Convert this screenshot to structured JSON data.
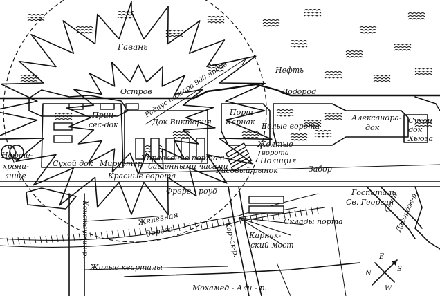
{
  "labels": {
    "gavan": "Гавань",
    "ostrov": "Остров",
    "radius": "Радиус пожара 900 ярдов",
    "neft_top": "Нефть",
    "vodorod": "Водород",
    "port_karnak": "Порт Карнак",
    "belye_vorota": "Белые ворота",
    "aleksandra_dok": "Александра- док",
    "sukhoy_dok_hyuza": "Сухой док Хьюза",
    "princes_dok": "Прин- сес-док",
    "dok_viktoria": "Док Виктория",
    "zheltye": "Желтые",
    "vorota": "ворота",
    "policia": "Полиция",
    "risovy_rynok": "Рисовый рынок",
    "zabor": "Забор",
    "upravlenie": "Управление порта с башенными часами",
    "sukhoy_dok": "Сухой док",
    "miruzter": "Мируэтер",
    "krasnye_vorota": "Красные ворота",
    "neftekhranilishche": "Нефте- храни- лище",
    "frere_roud": "Фрере - роуд",
    "gospital": "Госпиталь Св. Георгия",
    "sendzhordzh": "Сент- Джордж-р.",
    "zheleznaya_doroga": "Железная дорога",
    "sklady_porta": "Склады порта",
    "karnak_r": "Карнак-р.",
    "karnakskiy_most": "Карнак- ский мост",
    "konstantin_r": "Константин-р.",
    "zhilye_kvartaly": "Жилые кварталы",
    "mokhamed_ali": "Мохамед - Али - р.",
    "compass_s": "S",
    "compass_e": "E",
    "compass_n": "N",
    "compass_w": "W"
  },
  "colors": {
    "ink": "#111111",
    "paper": "#ffffff"
  }
}
